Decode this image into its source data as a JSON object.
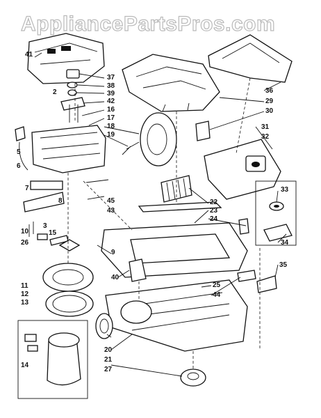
{
  "watermark": {
    "text": "AppliancePartsPros.com"
  },
  "callouts": [
    "41",
    "37",
    "38",
    "39",
    "2",
    "42",
    "16",
    "17",
    "18",
    "19",
    "5",
    "6",
    "7",
    "8",
    "45",
    "43",
    "10",
    "3",
    "15",
    "26",
    "9",
    "11",
    "12",
    "13",
    "14",
    "40",
    "20",
    "21",
    "27",
    "36",
    "29",
    "30",
    "31",
    "32",
    "33",
    "34",
    "22",
    "23",
    "24",
    "35",
    "25",
    "44"
  ]
}
